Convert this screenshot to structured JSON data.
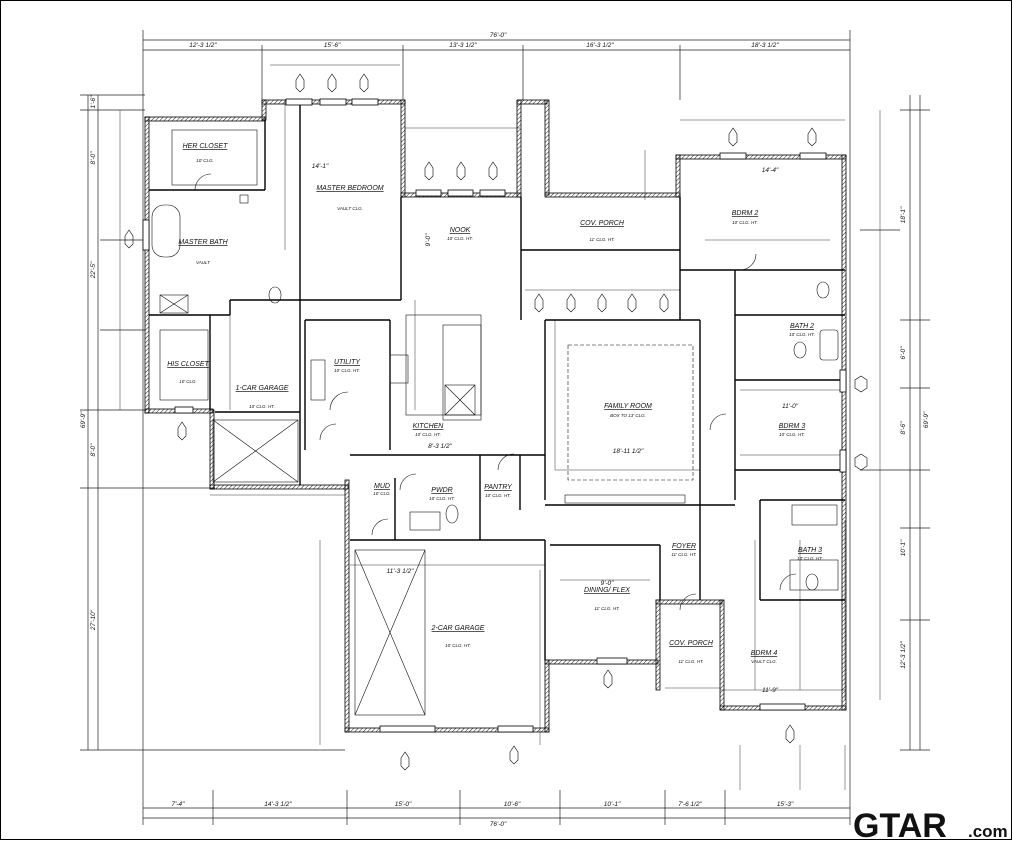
{
  "watermark": {
    "text": "GTAR",
    "suffix": ".com"
  },
  "dimensions": {
    "overall_top": "76'-0\"",
    "overall_bottom": "76'-0\"",
    "overall_left": "69'-9\"",
    "overall_right": "69'-9\"",
    "top_row": [
      "12'-3 1/2\"",
      "15'-6\"",
      "13'-3 1/2\"",
      "16'-3 1/2\"",
      "18'-3 1/2\""
    ],
    "bottom_row": [
      "7'-4\"",
      "14'-3 1/2\"",
      "15'-0\"",
      "10'-6\"",
      "10'-1\"",
      "7'-6 1/2\"",
      "15'-3\""
    ],
    "left_col": [
      "1'-6\"",
      "8'-0\"",
      "22'-5\"",
      "8'-0\"",
      "27'-10\""
    ],
    "right_col": [
      "18'-1\"",
      "6'-0\"",
      "8'-6\"",
      "10'-1\"",
      "12'-3 1/2\""
    ]
  },
  "rooms": {
    "master_bedroom": {
      "name": "MASTER BEDROOM",
      "note": "VAULT CLG."
    },
    "her_closet": {
      "name": "HER CLOSET",
      "note": "10' CLG."
    },
    "master_bath": {
      "name": "MASTER BATH",
      "note": "VAULT"
    },
    "his_closet": {
      "name": "HIS CLOSET",
      "note": "10' CLG."
    },
    "nook": {
      "name": "NOOK",
      "note": "10' CLG. HT."
    },
    "cov_porch_rear": {
      "name": "COV. PORCH",
      "note": "11' CLG. HT."
    },
    "bdrm2": {
      "name": "BDRM 2",
      "note": "10' CLG. HT."
    },
    "utility": {
      "name": "UTILITY",
      "note": "10' CLG. HT."
    },
    "kitchen": {
      "name": "KITCHEN",
      "note": "10' CLG. HT."
    },
    "family_room": {
      "name": "FAMILY ROOM",
      "note": "BOX TO 13' CLG."
    },
    "bath2": {
      "name": "BATH 2",
      "note": "10' CLG. HT."
    },
    "bdrm3": {
      "name": "BDRM 3",
      "note": "10' CLG. HT."
    },
    "garage1": {
      "name": "1-CAR GARAGE",
      "note": "10' CLG. HT."
    },
    "mud": {
      "name": "MUD",
      "note": "10' CLG."
    },
    "pwdr": {
      "name": "PWDR",
      "note": "10' CLG. HT."
    },
    "pantry": {
      "name": "PANTRY",
      "note": "10' CLG. HT."
    },
    "foyer": {
      "name": "FOYER",
      "note": "11' CLG. HT."
    },
    "bath3": {
      "name": "BATH 3",
      "note": "10' CLG. HT."
    },
    "garage2": {
      "name": "2-CAR GARAGE",
      "note": "10' CLG. HT."
    },
    "dining": {
      "name": "DINING/ FLEX",
      "note": "11' CLG. HT."
    },
    "cov_porch_front": {
      "name": "COV. PORCH",
      "note": "11' CLG. HT."
    },
    "bdrm4": {
      "name": "BDRM 4",
      "note": "VAULT CLG."
    }
  },
  "room_dims": {
    "master_bedroom": "14'-1\"",
    "nook": "9'-0\"",
    "bdrm2": "14'-4\"",
    "family_room": "18'-11 1/2\"",
    "kitchen": "8'-3 1/2\"",
    "bdrm3": "11'-0\"",
    "garage2": "11'-3 1/2\"",
    "dining": "9'-0\"",
    "bdrm4": "11'-9\""
  }
}
